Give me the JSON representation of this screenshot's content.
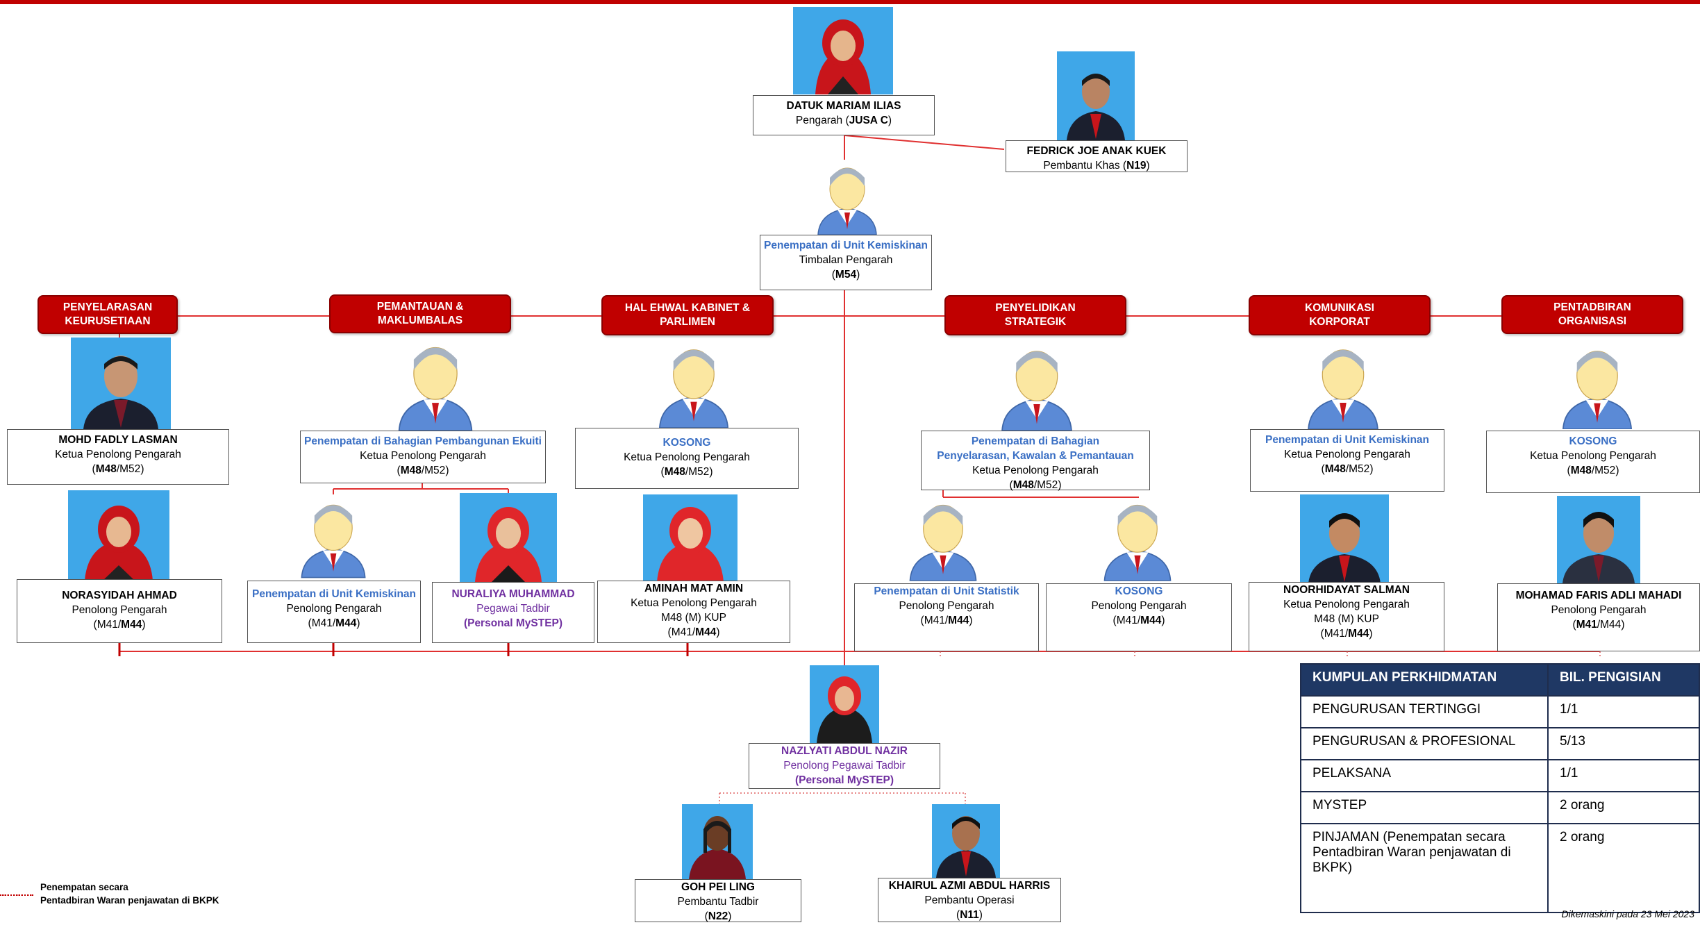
{
  "director": {
    "name": "DATUK MARIAM ILIAS",
    "title": "Pengarah",
    "grade": "JUSA C"
  },
  "assistant": {
    "name": "FEDRICK JOE ANAK  KUEK",
    "title": "Pembantu Khas",
    "grade": "N19"
  },
  "deputy": {
    "name": "Penempatan di Unit Kemiskinan",
    "title": "Timbalan Pengarah",
    "grade": "M54"
  },
  "sections": [
    {
      "label": "PENYELARASAN KEURUSETIAAN"
    },
    {
      "label": "PEMANTAUAN & MAKLUMBALAS"
    },
    {
      "label": "HAL EHWAL KABINET & PARLIMEN"
    },
    {
      "label": "PENYELIDIKAN STRATEGIK"
    },
    {
      "label": "KOMUNIKASI KORPORAT"
    },
    {
      "label": "PENTADBIRAN ORGANISASI"
    }
  ],
  "heads": [
    {
      "name": "MOHD FADLY LASMAN",
      "title": "Ketua Penolong Pengarah",
      "grade_a": "M48",
      "grade_b": "/M52"
    },
    {
      "name": "Penempatan di Bahagian Pembangunan Ekuiti",
      "title": "Ketua Penolong Pengarah",
      "grade_a": "M48",
      "grade_b": "/M52"
    },
    {
      "name": "KOSONG",
      "title": "Ketua Penolong Pengarah",
      "grade_a": "M48",
      "grade_b": "/M52"
    },
    {
      "name": "Penempatan di Bahagian Penyelarasan, Kawalan & Pemantauan",
      "title": "Ketua Penolong Pengarah",
      "grade_a": "M48",
      "grade_b": "/M52"
    },
    {
      "name": "Penempatan di Unit Kemiskinan",
      "title": "Ketua Penolong Pengarah",
      "grade_a": "M48",
      "grade_b": "/M52"
    },
    {
      "name": "KOSONG",
      "title": "Ketua Penolong Pengarah",
      "grade_a": "M48",
      "grade_b": "/M52"
    }
  ],
  "staff": [
    {
      "name": "NORASYIDAH AHMAD",
      "title": "Penolong Pengarah",
      "grade_a": "M41/",
      "grade_b": "M44"
    },
    {
      "name": "Penempatan di Unit Kemiskinan",
      "title": "Penolong Pengarah",
      "grade_a": "M41/",
      "grade_b": "M44"
    },
    {
      "name": "NURALIYA MUHAMMAD",
      "title": "Pegawai Tadbir",
      "note": "(Personal MySTEP)"
    },
    {
      "name": "AMINAH MAT AMIN",
      "title": "Ketua Penolong Pengarah",
      "extra": "M48 (M) KUP",
      "grade_a": "M41/",
      "grade_b": "M44"
    },
    {
      "name": "Penempatan di Unit Statistik",
      "title": "Penolong Pengarah",
      "grade_a": "M41/",
      "grade_b": "M44"
    },
    {
      "name": "KOSONG",
      "title": "Penolong Pengarah",
      "grade_a": "M41/",
      "grade_b": "M44"
    },
    {
      "name": "NOORHIDAYAT SALMAN",
      "title": "Ketua Penolong Pengarah",
      "extra": "M48 (M) KUP",
      "grade_a": "M41/",
      "grade_b": "M44"
    },
    {
      "name": "MOHAMAD FARIS ADLI  MAHADI",
      "title": "Penolong Pengarah",
      "grade_a": "M41",
      "grade_b": "/M44"
    }
  ],
  "admin_officer": {
    "name": "NAZLYATI  ABDUL NAZIR",
    "title": "Penolong Pegawai Tadbir",
    "note": "(Personal MySTEP)"
  },
  "bottom": [
    {
      "name": "GOH PEI LING",
      "title": "Pembantu Tadbir",
      "grade": "N22"
    },
    {
      "name": "KHAIRUL AZMI ABDUL HARRIS",
      "title": "Pembantu Operasi",
      "grade": "N11"
    }
  ],
  "table": {
    "headers": [
      "KUMPULAN PERKHIDMATAN",
      "BIL. PENGISIAN"
    ],
    "rows": [
      [
        "PENGURUSAN TERTINGGI",
        "1/1"
      ],
      [
        "PENGURUSAN & PROFESIONAL",
        "5/13"
      ],
      [
        "PELAKSANA",
        "1/1"
      ],
      [
        "MYSTEP",
        "2 orang"
      ],
      [
        "PINJAMAN (Penempatan secara Pentadbiran Waran penjawatan di BKPK)",
        "2 orang"
      ]
    ]
  },
  "legend": {
    "line1": "Penempatan secara",
    "line2": "Pentadbiran Waran penjawatan di BKPK"
  },
  "updated": "Dikemaskini pada 23 Mei 2023",
  "colors": {
    "accent": "#c00000",
    "blue_text": "#3a6fc4",
    "purple_text": "#7030a0",
    "table_header": "#1f3864",
    "photo_bg": "#3fa7e8"
  }
}
